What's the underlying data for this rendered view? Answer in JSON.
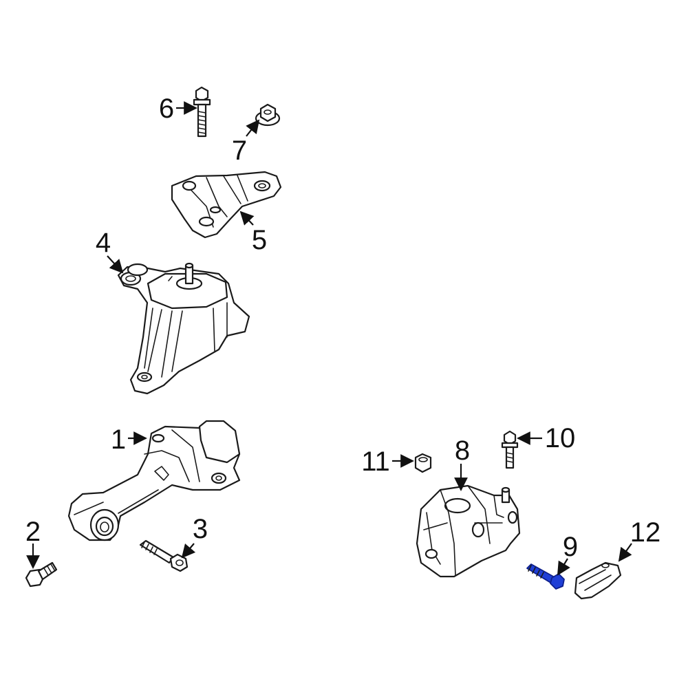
{
  "colors": {
    "line": "#1a1a1a",
    "highlight": "#1f3fd6",
    "background": "#ffffff"
  },
  "callouts": [
    {
      "id": "1",
      "label": "1"
    },
    {
      "id": "2",
      "label": "2"
    },
    {
      "id": "3",
      "label": "3"
    },
    {
      "id": "4",
      "label": "4"
    },
    {
      "id": "5",
      "label": "5"
    },
    {
      "id": "6",
      "label": "6"
    },
    {
      "id": "7",
      "label": "7"
    },
    {
      "id": "8",
      "label": "8"
    },
    {
      "id": "9",
      "label": "9"
    },
    {
      "id": "10",
      "label": "10"
    },
    {
      "id": "11",
      "label": "11"
    },
    {
      "id": "12",
      "label": "12"
    }
  ],
  "highlighted_part": "9"
}
